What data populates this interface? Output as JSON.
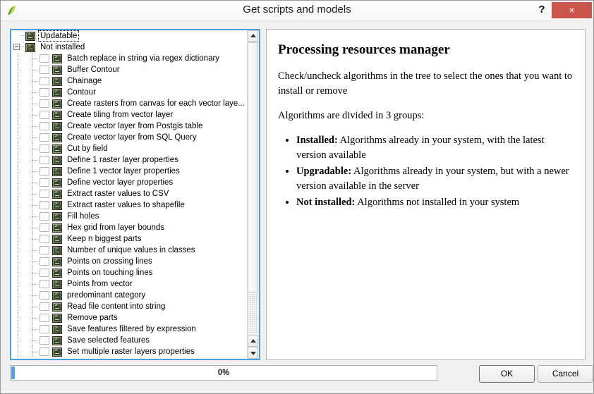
{
  "window": {
    "title": "Get scripts and models",
    "app_icon": "qgis-leaf-icon",
    "help_label": "?",
    "close_label": "×"
  },
  "tree": {
    "groups": [
      {
        "label": "Updatable",
        "expanded": false,
        "focused": true,
        "icon": "script-icon"
      },
      {
        "label": "Not installed",
        "expanded": true,
        "focused": false,
        "icon": "script-icon"
      }
    ],
    "items": [
      {
        "label": "Batch replace in string via regex dictionary",
        "checked": false
      },
      {
        "label": "Buffer Contour",
        "checked": false
      },
      {
        "label": "Chainage",
        "checked": false
      },
      {
        "label": "Contour",
        "checked": false
      },
      {
        "label": "Create rasters from canvas for each vector laye...",
        "checked": false
      },
      {
        "label": "Create tiling from vector layer",
        "checked": false
      },
      {
        "label": "Create vector layer from Postgis table",
        "checked": false
      },
      {
        "label": "Create vector layer from SQL Query",
        "checked": false
      },
      {
        "label": "Cut by field",
        "checked": false
      },
      {
        "label": "Define 1 raster layer properties",
        "checked": false
      },
      {
        "label": "Define 1 vector layer properties",
        "checked": false
      },
      {
        "label": "Define vector layer properties",
        "checked": false
      },
      {
        "label": "Extract raster values to CSV",
        "checked": false
      },
      {
        "label": "Extract raster values to shapefile",
        "checked": false
      },
      {
        "label": "Fill holes",
        "checked": false
      },
      {
        "label": "Hex grid from layer bounds",
        "checked": false
      },
      {
        "label": "Keep n biggest parts",
        "checked": false
      },
      {
        "label": "Number of unique values in classes",
        "checked": false
      },
      {
        "label": "Points on crossing lines",
        "checked": false
      },
      {
        "label": "Points on touching lines",
        "checked": false
      },
      {
        "label": "Points from vector",
        "checked": false
      },
      {
        "label": "predominant category",
        "checked": false
      },
      {
        "label": "Read file content into string",
        "checked": false
      },
      {
        "label": "Remove parts",
        "checked": false
      },
      {
        "label": "Save features filtered by expression",
        "checked": false
      },
      {
        "label": "Save selected features",
        "checked": false
      },
      {
        "label": "Set multiple raster layers properties",
        "checked": false
      }
    ],
    "scrollbar": {
      "up_arrow": "▲",
      "down_arrow": "▼"
    }
  },
  "description": {
    "title": "Processing resources manager",
    "paragraph1": "Check/uncheck algorithms in the tree to select the ones that you want to install or remove",
    "paragraph2": "Algorithms are divided in 3 groups:",
    "bullets": [
      {
        "term": "Installed:",
        "text": " Algorithms already in your system, with the latest version available"
      },
      {
        "term": "Upgradable:",
        "text": " Algorithms already in your system, but with a newer version available in the server"
      },
      {
        "term": "Not installed:",
        "text": " Algorithms not installed in your system"
      }
    ]
  },
  "footer": {
    "progress_text": "0%",
    "progress_value": 0,
    "ok_label": "OK",
    "cancel_label": "Cancel"
  },
  "colors": {
    "accent": "#4a9fe0",
    "progress_fill": "#4f9fe8",
    "close_button": "#c9554c",
    "window_bg": "#f0f0f0"
  }
}
